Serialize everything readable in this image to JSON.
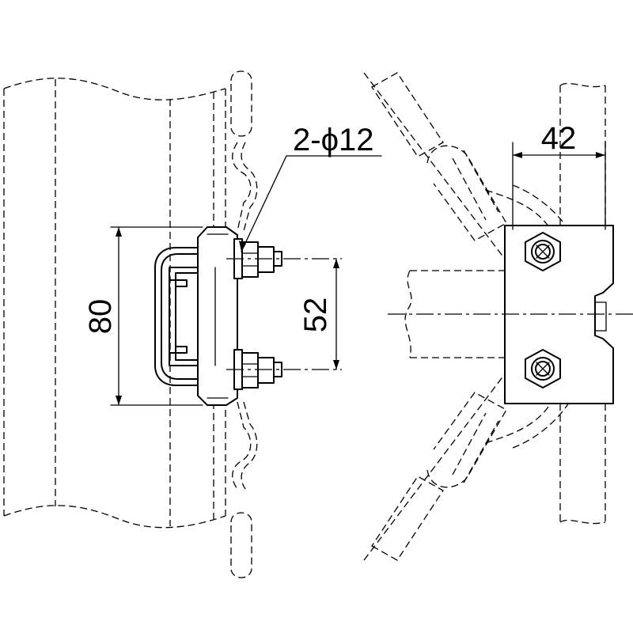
{
  "labels": {
    "hole_note": "2-ϕ12",
    "height_dim": "80",
    "bolt_pitch_dim": "52",
    "width_dim": "42"
  }
}
